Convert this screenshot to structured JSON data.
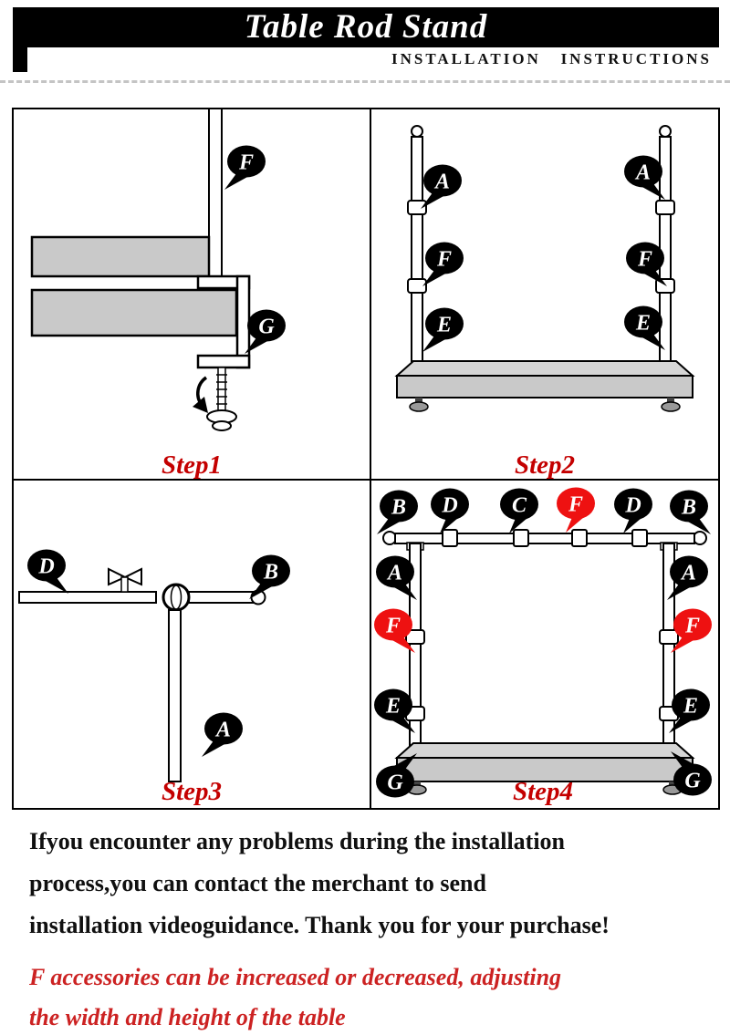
{
  "header": {
    "title": "Table Rod Stand",
    "subtitle": "INSTALLATION   INSTRUCTIONS"
  },
  "steps": {
    "step1": {
      "label": "Step1",
      "bubbles": [
        "F",
        "G"
      ]
    },
    "step2": {
      "label": "Step2",
      "bubbles": [
        "A",
        "F",
        "E",
        "A",
        "F",
        "E"
      ]
    },
    "step3": {
      "label": "Step3",
      "bubbles": [
        "D",
        "B",
        "A"
      ]
    },
    "step4": {
      "label": "Step4",
      "top_bubbles": [
        "B",
        "D",
        "C",
        "F",
        "D",
        "B"
      ],
      "left_bubbles": [
        "A",
        "F",
        "E",
        "G"
      ],
      "right_bubbles": [
        "A",
        "F",
        "E",
        "G"
      ]
    }
  },
  "footer": {
    "lines": [
      "Ifyou encounter any problems during the installation",
      "process,you can contact the merchant to send",
      "installation videoguidance. Thank you for your purchase!"
    ],
    "note_lines": [
      "F accessories can be increased or decreased, adjusting",
      "the width and height of the table"
    ]
  },
  "colors": {
    "bubble_black": "#000000",
    "bubble_red": "#ee1111",
    "step_label_red": "#c40000",
    "note_red": "#cc2222",
    "slab_gray": "#c9c9c9"
  }
}
